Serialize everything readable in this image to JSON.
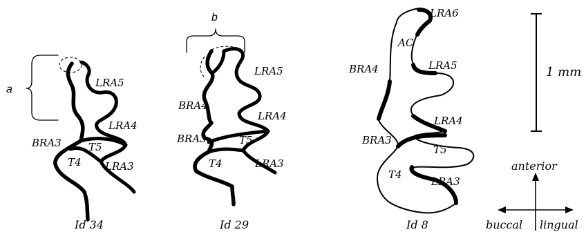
{
  "specimens": [
    {
      "id_label": "Id 34",
      "labels": {
        "lra5": "LRA5",
        "lra4": "LRA4",
        "lra3": "LRA3",
        "bra3": "BRA3",
        "t5": "T5",
        "t4": "T4"
      },
      "bracket_label": "a"
    },
    {
      "id_label": "Id 29",
      "labels": {
        "lra5": "LRA5",
        "lra4": "LRA4",
        "lra3": "LRA3",
        "bra4": "BRA4",
        "bra3": "BRA3",
        "t5": "T5",
        "t4": "T4"
      },
      "bracket_label": "b"
    },
    {
      "id_label": "Id 8",
      "labels": {
        "lra6": "LRA6",
        "lra5": "LRA5",
        "lra4": "LRA4",
        "lra3": "LRA3",
        "bra4": "BRA4",
        "bra3": "BRA3",
        "ac": "AC",
        "t5": "T5",
        "t4": "T4"
      }
    }
  ],
  "scale_bar": {
    "label": "1 mm"
  },
  "orientation": {
    "anterior": "anterior",
    "buccal": "buccal",
    "lingual": "lingual"
  }
}
